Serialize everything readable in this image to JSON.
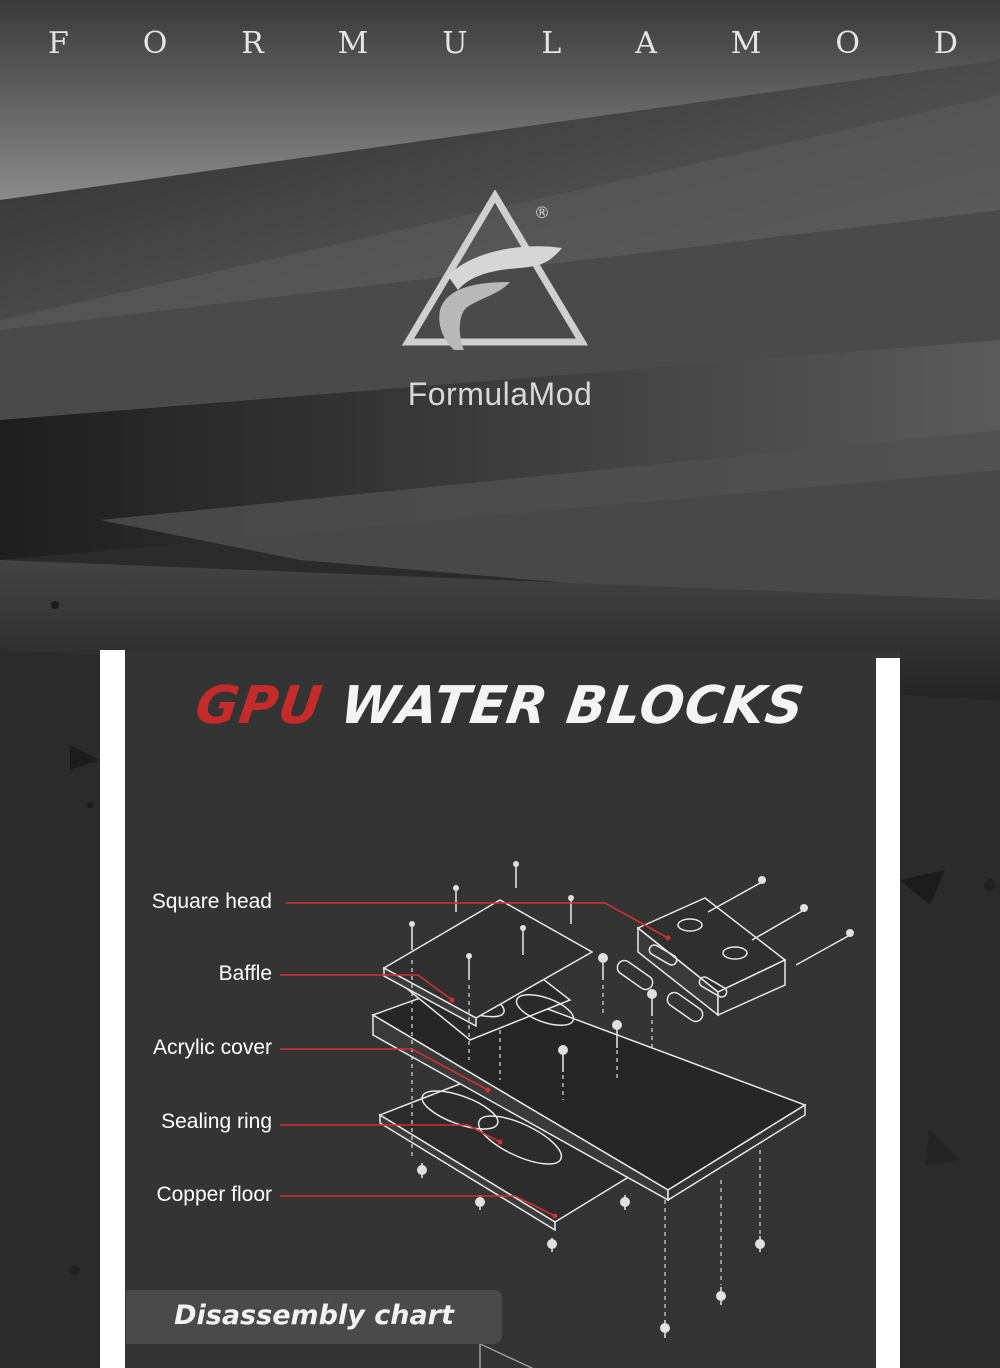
{
  "brand_letters": [
    "F",
    "O",
    "R",
    "M",
    "U",
    "L",
    "A",
    "M",
    "O",
    "D"
  ],
  "logo": {
    "name": "FormulaMod",
    "registered_mark": "®"
  },
  "headline": {
    "accent": "GPU",
    "rest": "WATER BLOCKS"
  },
  "parts": [
    "Square head",
    "Baffle",
    "Acrylic cover",
    "Sealing ring",
    "Copper floor"
  ],
  "badge": "Disassembly chart",
  "colors": {
    "accent_red": "#c62b2b",
    "leader_line": "#d23030",
    "panel": "#343434"
  },
  "icons": [
    "formulamod-logo-icon",
    "exploded-waterblock-icon"
  ]
}
